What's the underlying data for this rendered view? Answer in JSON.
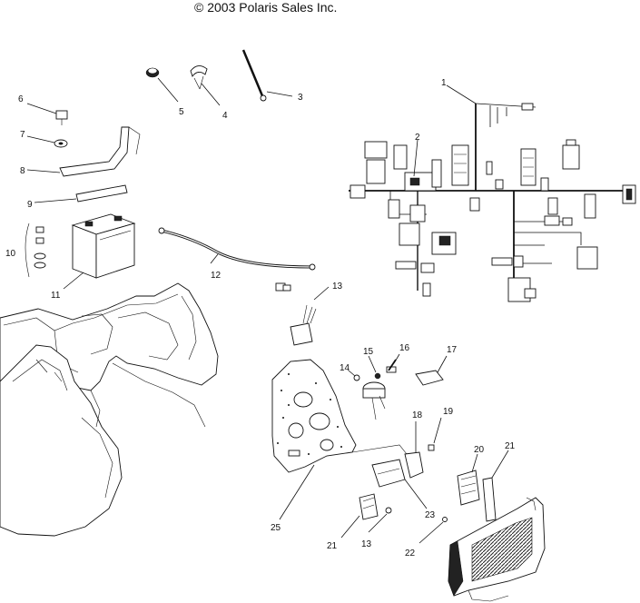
{
  "copyright": "© 2003 Polaris Sales Inc.",
  "callouts": [
    {
      "id": "c1",
      "label": "1"
    },
    {
      "id": "c2",
      "label": "2"
    },
    {
      "id": "c3",
      "label": "3"
    },
    {
      "id": "c4",
      "label": "4"
    },
    {
      "id": "c5",
      "label": "5"
    },
    {
      "id": "c6",
      "label": "6"
    },
    {
      "id": "c7",
      "label": "7"
    },
    {
      "id": "c8",
      "label": "8"
    },
    {
      "id": "c9",
      "label": "9"
    },
    {
      "id": "c10",
      "label": "10"
    },
    {
      "id": "c11",
      "label": "11"
    },
    {
      "id": "c12",
      "label": "12"
    },
    {
      "id": "c13a",
      "label": "13"
    },
    {
      "id": "c13b",
      "label": "13"
    },
    {
      "id": "c14",
      "label": "14"
    },
    {
      "id": "c15",
      "label": "15"
    },
    {
      "id": "c16",
      "label": "16"
    },
    {
      "id": "c17",
      "label": "17"
    },
    {
      "id": "c18",
      "label": "18"
    },
    {
      "id": "c19",
      "label": "19"
    },
    {
      "id": "c20",
      "label": "20"
    },
    {
      "id": "c21a",
      "label": "21"
    },
    {
      "id": "c21b",
      "label": "21"
    },
    {
      "id": "c22",
      "label": "22"
    },
    {
      "id": "c23",
      "label": "23"
    },
    {
      "id": "c25",
      "label": "25"
    }
  ]
}
